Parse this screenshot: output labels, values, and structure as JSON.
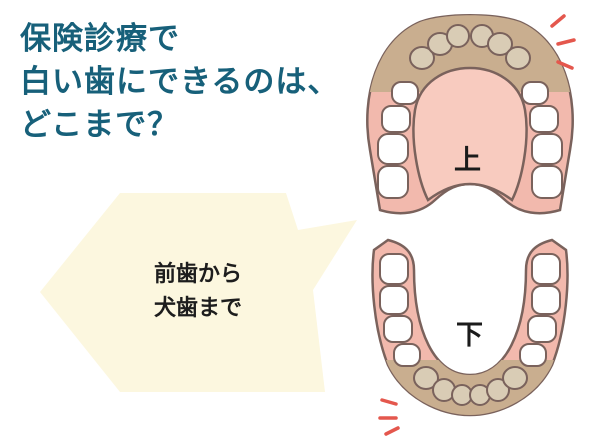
{
  "headline": {
    "line1": "保険診療で",
    "line2": "白い歯にできるのは、",
    "line3": "どこまで？"
  },
  "speech_bubble": {
    "line1": "前歯から",
    "line2": "犬歯まで"
  },
  "illustration": {
    "upper_jaw_label": "上",
    "lower_jaw_label": "下"
  },
  "colors": {
    "headline": "#17607a",
    "bubble": "#fcf7df",
    "gum": "#f2b9ad",
    "palate": "#f8cbbf",
    "outline": "#7a625c",
    "highlight": "#c9ae8f",
    "front_teeth": "#d9ccb5",
    "accent": "#e4574d"
  }
}
